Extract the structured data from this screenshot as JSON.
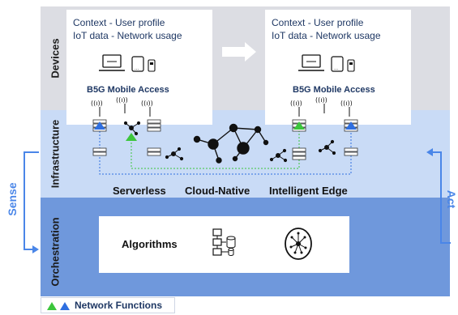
{
  "layers": {
    "devices": "Devices",
    "infrastructure": "Infrastructure",
    "orchestration": "Orchestration"
  },
  "panels": [
    {
      "line1": "Context  - User profile",
      "line2": "IoT data - Network usage",
      "access": "B5G Mobile Access"
    },
    {
      "line1": "Context  - User profile",
      "line2": "IoT data - Network usage",
      "access": "B5G Mobile Access"
    }
  ],
  "infrastructure": {
    "serverless": "Serverless",
    "cloud_native": "Cloud-Native",
    "intelligent_edge": "Intelligent Edge"
  },
  "orchestration": {
    "algorithms": "Algorithms"
  },
  "sides": {
    "sense": "Sense",
    "act": "Act"
  },
  "legend": {
    "label": "Network Functions"
  },
  "colors": {
    "devices_band": "#dcdde3",
    "infrastructure_band": "#c9dbf6",
    "orchestration_band": "#6f98dc",
    "accent": "#4a86e8",
    "nf_green": "#3cc63c",
    "nf_blue": "#2f6fe0"
  }
}
